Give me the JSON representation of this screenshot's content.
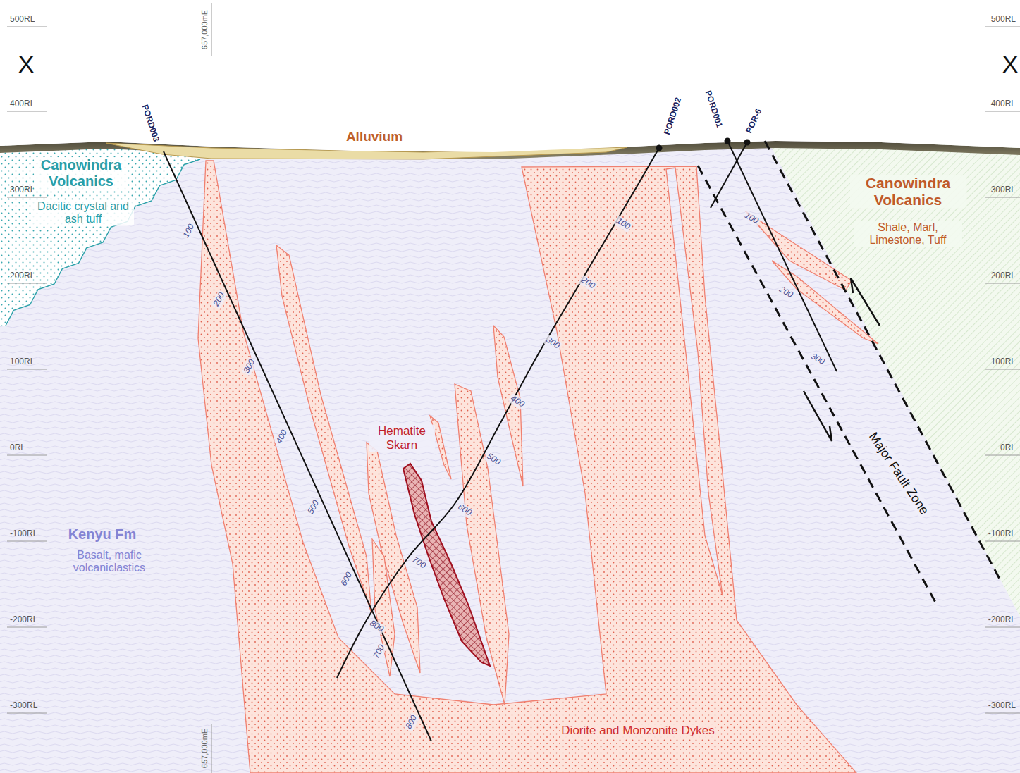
{
  "diagram": {
    "labels": [
      "X",
      "X",
      "500RL",
      "400RL",
      "300RL",
      "200RL",
      "100RL",
      "0RL",
      "-100RL",
      "-200RL",
      "-300RL",
      "500RL",
      "400RL",
      "300RL",
      "200RL",
      "100RL",
      "0RL",
      "-100RL",
      "-200RL",
      "-300RL",
      "657,000mE",
      "657,000mE",
      "PORD003",
      "PORD002",
      "PORD001",
      "POR-6",
      "Alluvium",
      "Canowindra Volcanics",
      "Dacitic crystal and ash tuff",
      "Canowindra Volcanics",
      "Shale, Marl, Limestone, Tuff",
      "Kenyu Fm",
      "Basalt, mafic volcaniclastics",
      "Hematite Skarn",
      "Diorite and Monzonite Dykes",
      "Major Fault Zone",
      "100",
      "200",
      "300",
      "400",
      "500",
      "600",
      "700",
      "800",
      "100",
      "200",
      "300",
      "400",
      "500",
      "600",
      "700",
      "800",
      "100",
      "200",
      "300"
    ]
  }
}
